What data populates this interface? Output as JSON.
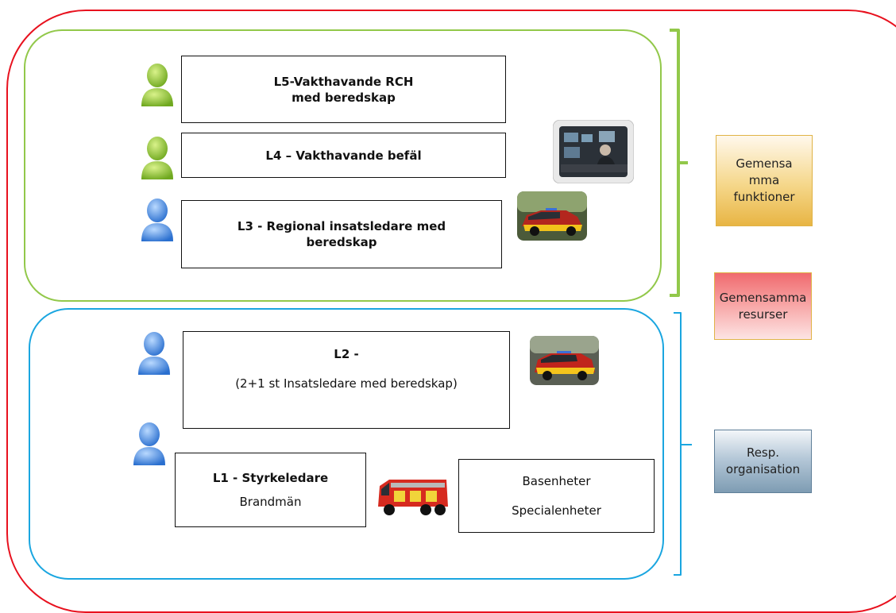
{
  "levels": {
    "l5": {
      "text": "L5-Vakthavande RCH med beredskap"
    },
    "l4": {
      "text": "L4 – Vakthavande befäl"
    },
    "l3": {
      "text": "L3 - Regional insatsledare med beredskap"
    },
    "l2": {
      "title": "L2 -",
      "subtitle": "(2+1 st Insatsledare med beredskap)"
    },
    "l1": {
      "title": "L1 -  Styrkeledare",
      "subtitle": "Brandmän"
    }
  },
  "units": {
    "line1": "Basenheter",
    "line2": "Specialenheter"
  },
  "side_labels": {
    "gemensamma_funktioner": "Gemensa mma funktioner",
    "gemensamma_resurser": "Gemensamma resurser",
    "resp_organisation": "Resp. organisation"
  },
  "colors": {
    "outer_border": "#e8111e",
    "green_group": "#92c84a",
    "blue_group": "#1aa6e0",
    "person_green": "#8cc63f",
    "person_blue": "#3a7fd5"
  },
  "icons": {
    "person": "person-icon",
    "control_room": "control-room-photo",
    "command_car": "command-car-photo",
    "fire_truck": "fire-truck-photo"
  }
}
